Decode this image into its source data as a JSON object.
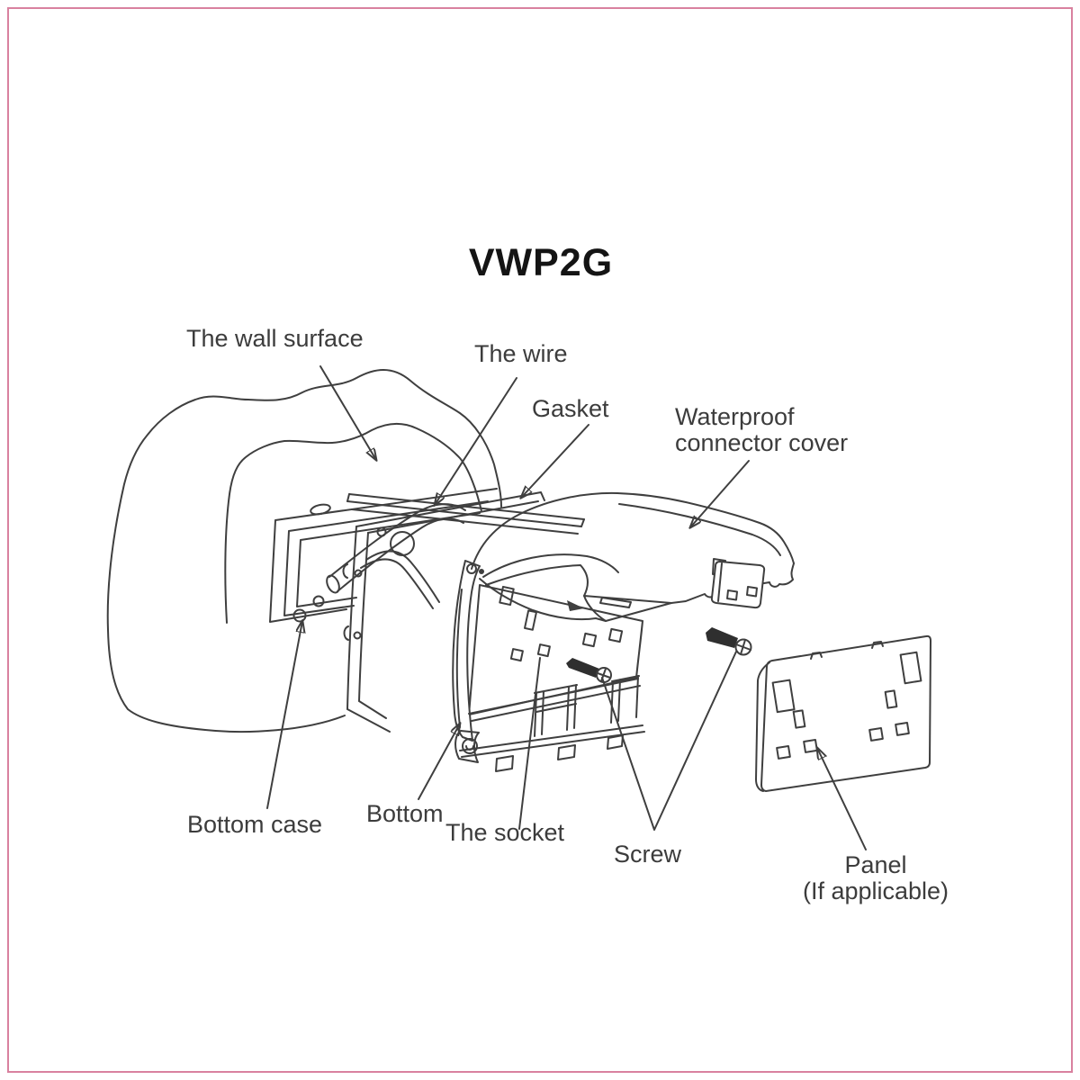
{
  "page": {
    "background": "#ffffff",
    "border_color": "#d9819f",
    "ink_color": "#3f3f3f",
    "label_color": "#3c3c3c",
    "title_color": "#141414",
    "screw_color": "#2f2f2f"
  },
  "title": "VWP2G",
  "labels": {
    "wall_surface": "The wall surface",
    "wire": "The wire",
    "gasket": "Gasket",
    "waterproof_cover": {
      "line1": "Waterproof",
      "line2": "connector cover"
    },
    "bottom_case": "Bottom case",
    "bottom": "Bottom",
    "socket": "The socket",
    "screw": "Screw",
    "panel": {
      "line1": "Panel",
      "line2": "(If applicable)"
    }
  }
}
